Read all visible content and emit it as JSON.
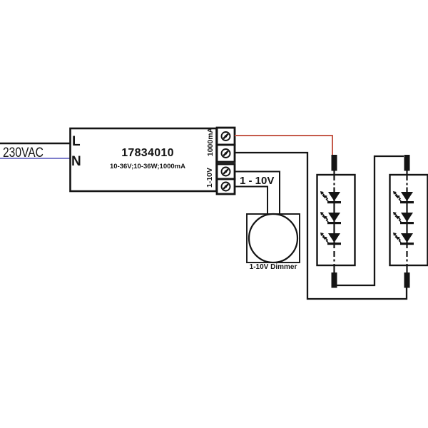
{
  "labels": {
    "mains_voltage": "230VAC",
    "line_terminal": "L",
    "neutral_terminal": "N",
    "driver_model": "17834010",
    "driver_specs": "10-36V;10-36W;1000mA",
    "output_group": "1000mA",
    "dim_group": "1-10V",
    "dim_wires": "1 - 10V",
    "dimmer_label": "1-10V Dimmer"
  },
  "colors": {
    "outline": "#141414",
    "wire_red": "#c55a4a",
    "wire_blue": "#7d7dcb"
  }
}
